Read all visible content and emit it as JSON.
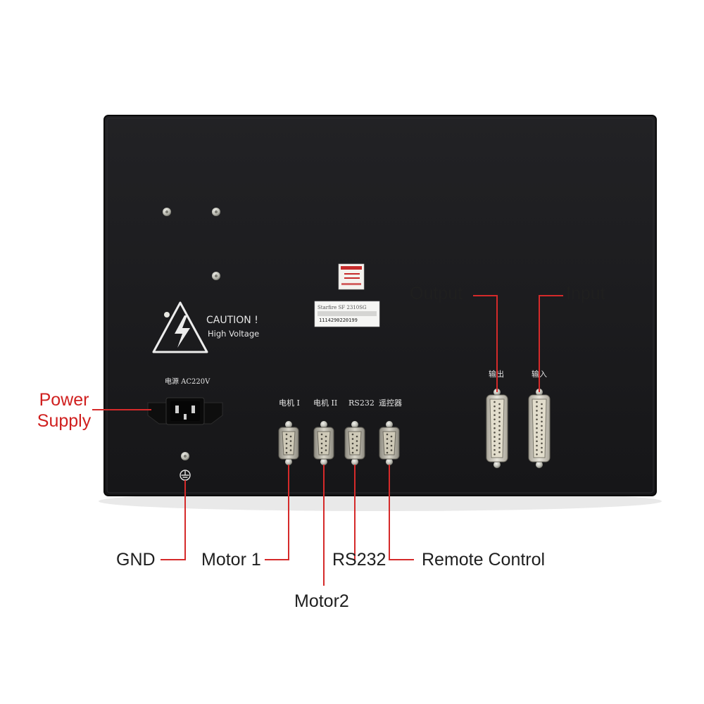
{
  "device": {
    "caution": {
      "title": "CAUTION !",
      "subtitle": "High Voltage"
    },
    "power_inlet_label": "电源 AC220V",
    "port_labels": {
      "motor1": "电机 I",
      "motor2": "电机 II",
      "rs232": "RS232",
      "remote": "遥控器",
      "output": "输出",
      "input": "输入"
    },
    "serial_sticker": {
      "model": "Starfire SF 2310SG",
      "serial": "1114290220199"
    }
  },
  "callouts": {
    "power_supply": "Power\nSupply",
    "gnd": "GND",
    "motor1": "Motor 1",
    "motor2": "Motor2",
    "rs232": "RS232",
    "remote_control": "Remote Control",
    "output": "Output",
    "input": "Input"
  },
  "colors": {
    "panel": "#1c1c1e",
    "leader_line": "#d52a2a",
    "highlight_label": "#d0201f",
    "label": "#1f1f1f",
    "background": "#ffffff"
  },
  "icons": {
    "warning": "high-voltage-warning-icon",
    "ground": "ground-symbol-icon"
  }
}
